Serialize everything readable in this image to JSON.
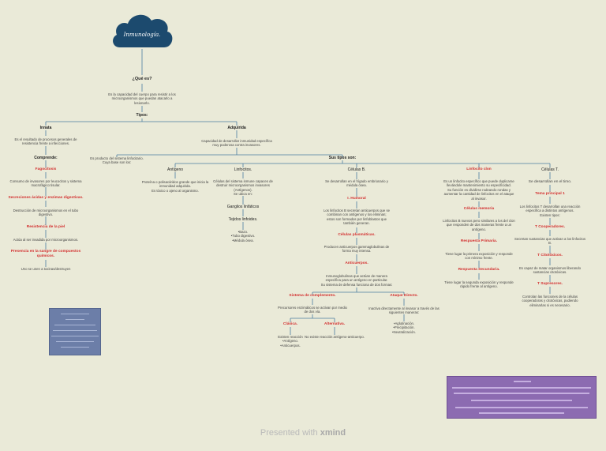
{
  "root": "Inmunología.",
  "question": "¿Qué es?",
  "definition": "Es la capacidad del cuerpo para resistir a los\nmicroorganismos que puedan atacarlo a\nlesionarlo.",
  "tipos": "Tipos:",
  "innata": {
    "title": "Innata",
    "desc": "Es el resultado de procesos generales de\nresistencia frente a infecciones.",
    "comprende": "Comprende:",
    "items": [
      {
        "title": "Fagocitosis",
        "desc": "Consumo de invasores por leucocitos y sistema\nmacrofágico tisular."
      },
      {
        "title": "Secreciones ácidas y enzimas digestivas.",
        "desc": "Destrucción de microorganismos en el tubo\ndigestivo."
      },
      {
        "title": "Resistencia de la piel",
        "desc": "Actúa al ser invadida por microorganismos."
      },
      {
        "title": "Presencia en la sangre de compuestos\nquímicos.",
        "desc": "Uno se unen a toxinas/destruyen"
      }
    ]
  },
  "adquirida": {
    "title": "Adquirida",
    "desc": "Capacidad de desarrollar inmunidad específica\nmuy poderosa contra invasores.",
    "origin": "Es producto del sistema linfocitario.\nCuya base son los:",
    "sustipos": "Sus tipos son:",
    "antigeno": {
      "title": "Antígeno",
      "desc": "Proteína o polisacáridos grande que inicia la\ninmunidad adquirida.\nEs tóxico o ajeno al organismo."
    },
    "linfocitos": {
      "title": "Linfocitos.",
      "desc": "Células del sistema inmune capaces de\ndestruir microorganismos invasores\n(Antígenos).\nSe ubica en:",
      "ganglios": "Ganglios linfáticos",
      "tejidos": "Tejidos linfoides.",
      "list": "•Bazo.\n•Tubo digestivo.\n•Médula ósea."
    },
    "celulas_b": {
      "title": "Células B.",
      "desc": "Se desarrollan en el hígado embrionario y\nmédula ósea.",
      "humoral": "I. Humoral",
      "humoral_desc": "Los linfocitos B secretan anticuerpos que se\ncombinan con antígenos y los eliminan;\nestos son formados por linfoblastos que\ntambién generan.",
      "plasmaticas": "Células plasmáticas.",
      "plasmaticas_desc": "Producen anticuerpos gammaglobulinas de\nforma muy intensa.",
      "anticuerpos": "Anticuerpos.",
      "anticuerpos_desc": "Inmunoglobulinas que actúan de manera\nespecífica para un antígeno en particular.\nSu sistema de defensa funciona de dos formas:",
      "complemento": {
        "title": "Sistema de complemento.",
        "desc": "Precursores enzimáticos se activan por medio\nde dos vía.",
        "clasica": "Clásica.",
        "clasica_desc": "Existen reacción\n•Antígeno.\n•Anticuerpos.",
        "alterna": "Alternativa.",
        "alterna_desc": "No existe reacción antígeno-anticuerpo."
      },
      "ataque": {
        "title": "Ataque Directo.",
        "desc": "Inactiva directamente al invasor a través de las\nsiguientes maneras:",
        "list": "•Aglutinación.\n•Precipitación.\n•Neutralización."
      }
    },
    "linfocito_clon": {
      "title": "Linfocito clon",
      "desc": "Es un linfocito específico que puede duplicarse\nllevándole mantenimiento su especificidad.\nSu función es dividirse rodeando rondas y\naumentar la cantidad de linfocitos en el ataque\nal invasor.",
      "memoria": "Células memoria",
      "memoria_desc": "Linfocitos B nuevos pero similares a los del clon\nque responden de dos maneras frente a un\nantígeno.",
      "primaria": "Respuesta Primaria.",
      "primaria_desc": "Tiene lugar la primera exposición y responde\ncon mínimo frente.",
      "secundaria": "Respuesta Secundaria.",
      "secundaria_desc": "Tiene lugar la segunda exposición y responde\nrápido frente al antígeno."
    },
    "celulas_t": {
      "title": "Células T.",
      "desc": "Se desarrollan en el timo.",
      "principal": "Tema principal 1",
      "principal_desc": "Los linfocitos T desarrollan una reacción\nespecífica a distintos antígenos.\nExisten tipos:",
      "cooperadores": "T Cooperadores.",
      "cooperadores_desc": "Secretan sustancias que activan a los linfocitos\nB.",
      "citotoxicos": "T Citotóxicos.",
      "citotoxicos_desc": "Es capaz de matar organismos liberando\nsustancias citotóxicas.",
      "supresores": "T Supresores.",
      "supresores_desc": "Controlan las funciones de la células\ncooperadoras y citotóxicas, pudiendo\neliminarlas si es necesario."
    }
  },
  "footer": {
    "presented": "Presented with",
    "brand": "xmind"
  },
  "colors": {
    "background": "#eaead8",
    "cloud": "#1c4a6e",
    "line": "#4a7ca0",
    "red": "#d32f2f",
    "blue_box": "#6c7ea8",
    "purple_box": "#8c6bb1"
  }
}
